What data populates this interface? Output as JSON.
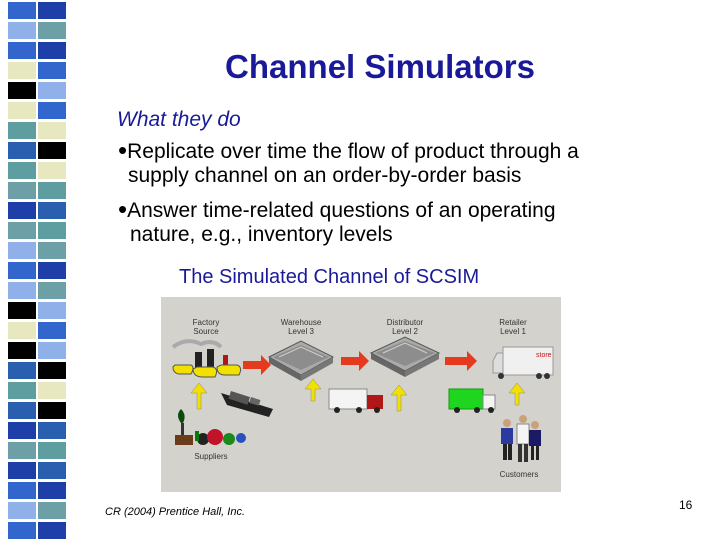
{
  "slide": {
    "title": "Channel Simulators",
    "subheading": "What they do",
    "bullets": [
      {
        "line1": "Replicate over time the flow of product through a",
        "line2": "supply channel on an order-by-order basis"
      },
      {
        "line1": "Answer time-related questions of an operating",
        "line2": "nature, e.g., inventory levels"
      }
    ],
    "caption": "The Simulated Channel of SCSIM",
    "footer": "CR (2004) Prentice Hall, Inc.",
    "page_number": "16"
  },
  "diagram": {
    "nodes": [
      {
        "line1": "Factory",
        "line2": "Source"
      },
      {
        "line1": "Warehouse",
        "line2": "Level 3"
      },
      {
        "line1": "Distributor",
        "line2": "Level 2"
      },
      {
        "line1": "Retailer",
        "line2": "Level 1"
      }
    ],
    "suppliers": "Suppliers",
    "customers": "Customers",
    "retail_sign": "store"
  },
  "colors": {
    "title": "#1a1a99",
    "figure_bg": "#d4d2cc",
    "arrow": "#e63a1e",
    "yellow_arrow": "#f2e000"
  }
}
